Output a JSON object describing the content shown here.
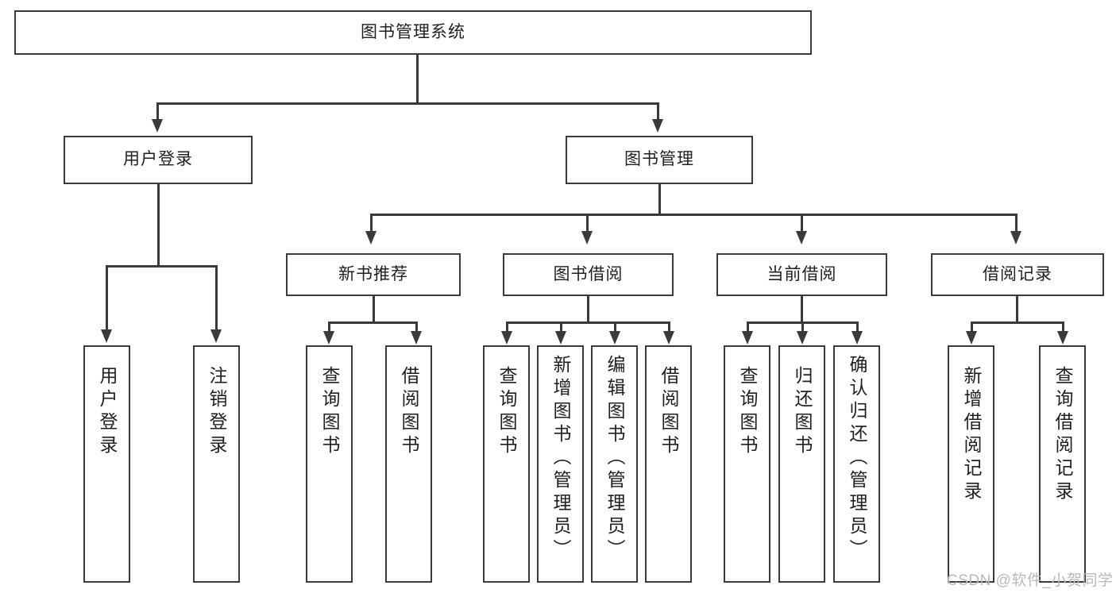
{
  "diagram": {
    "title": "图书管理系统",
    "type": "hierarchy-tree",
    "watermark": "CSDN @软件_小贺同学",
    "colors": {
      "stroke": "#3a3a3a",
      "background": "#ffffff",
      "text": "#1f1f1f",
      "watermark": "#b9b9b9"
    },
    "levels": {
      "root": {
        "label": "图书管理系统"
      },
      "level2": [
        {
          "label": "用户登录"
        },
        {
          "label": "图书管理"
        }
      ],
      "level3": [
        {
          "label": "新书推荐"
        },
        {
          "label": "图书借阅"
        },
        {
          "label": "当前借阅"
        },
        {
          "label": "借阅记录"
        }
      ],
      "leaves": {
        "user_login": [
          {
            "label": "用户登录"
          },
          {
            "label": "注销登录"
          }
        ],
        "new_book_recommend": [
          {
            "label": "查询图书"
          },
          {
            "label": "借阅图书"
          }
        ],
        "book_borrow": [
          {
            "label": "查询图书"
          },
          {
            "label": "新增图书（管理员）"
          },
          {
            "label": "编辑图书（管理员）"
          },
          {
            "label": "借阅图书"
          }
        ],
        "current_borrow": [
          {
            "label": "查询图书"
          },
          {
            "label": "归还图书"
          },
          {
            "label": "确认归还（管理员）"
          }
        ],
        "borrow_records": [
          {
            "label": "新增借阅记录"
          },
          {
            "label": "查询借阅记录"
          }
        ]
      }
    }
  }
}
